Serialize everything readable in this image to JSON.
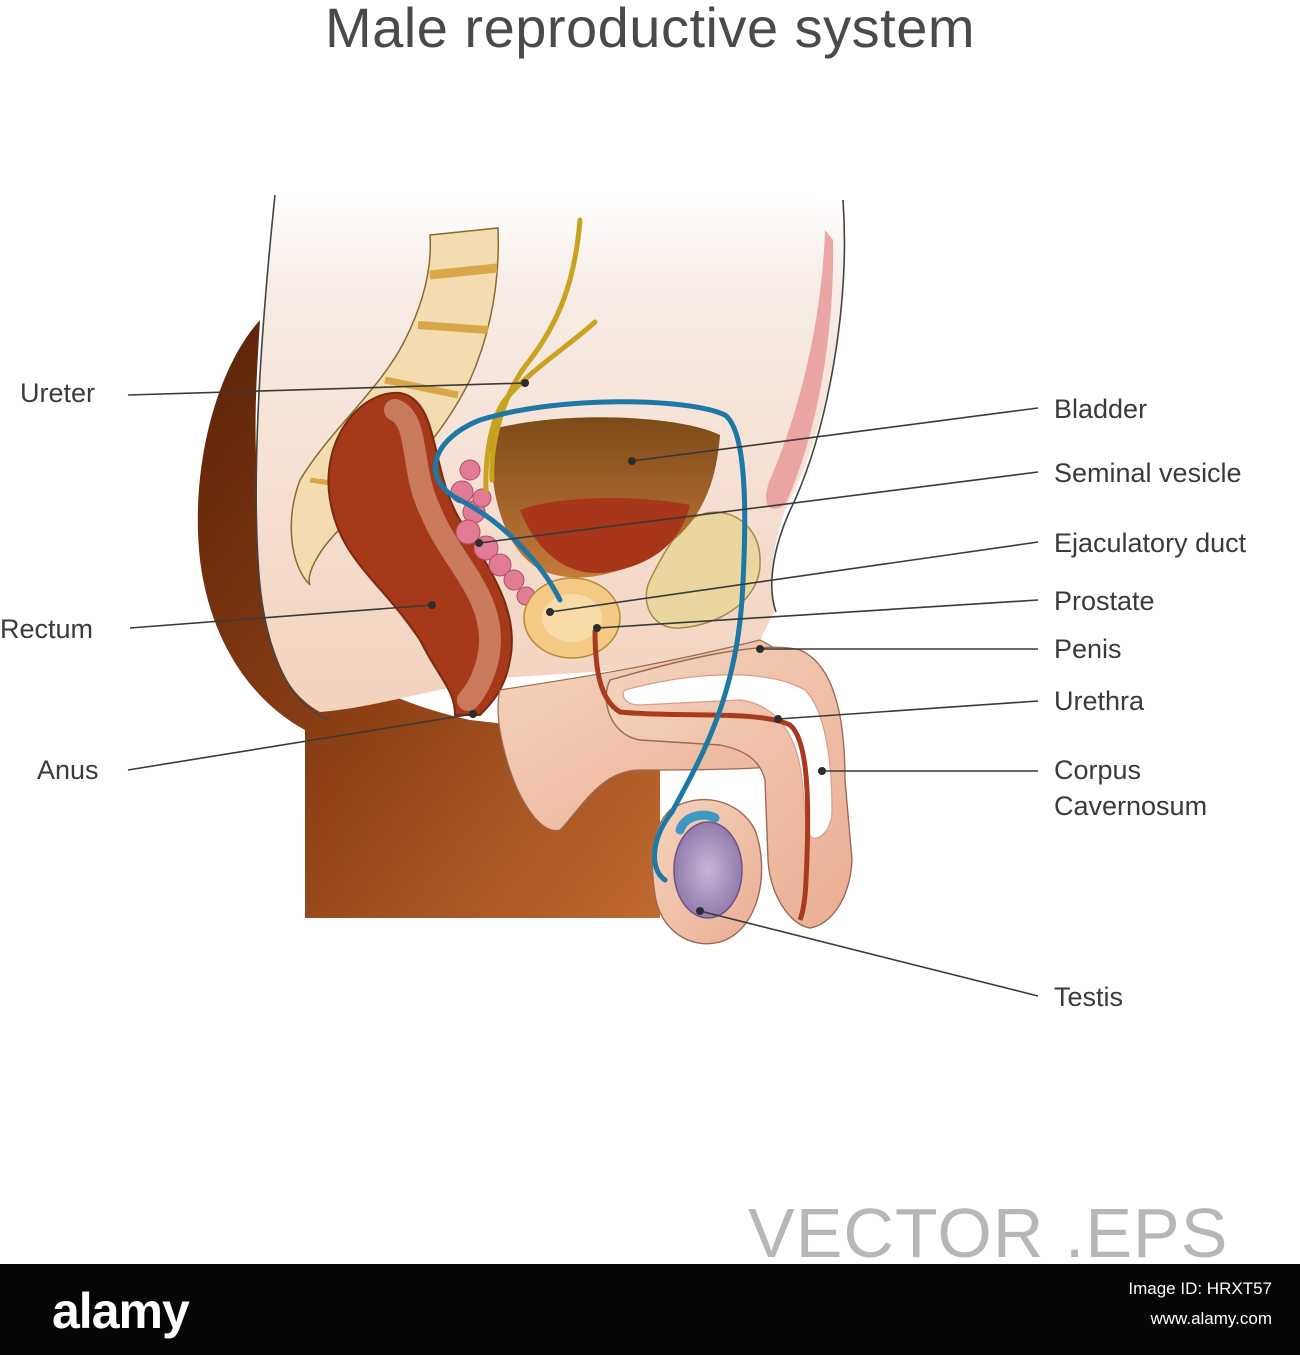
{
  "title": "Male reproductive system",
  "labels": {
    "ureter": "Ureter",
    "rectum": "Rectum",
    "anus": "Anus",
    "bladder": "Bladder",
    "seminal_vesicle": "Seminal vesicle",
    "ejaculatory_duct": "Ejaculatory duct",
    "prostate": "Prostate",
    "penis": "Penis",
    "urethra": "Urethra",
    "corpus_line1": "Corpus",
    "corpus_line2": "Cavernosum",
    "testis": "Testis"
  },
  "watermark": "VECTOR .EPS",
  "footer": {
    "logo": "alamy",
    "image_id": "Image ID: HRXT57",
    "url": "www.alamy.com"
  },
  "colors": {
    "background": "#ffffff",
    "title_text": "#4a4a4a",
    "label_text": "#3a3a3a",
    "leader_line": "#3a3a3a",
    "body_brown": "#7a3510",
    "skin": "#f4c7a8",
    "vas_deferens": "#1d78a5",
    "ureter_nerve": "#c9a320",
    "bladder": "#b5642a",
    "footer_bg": "#050505"
  }
}
